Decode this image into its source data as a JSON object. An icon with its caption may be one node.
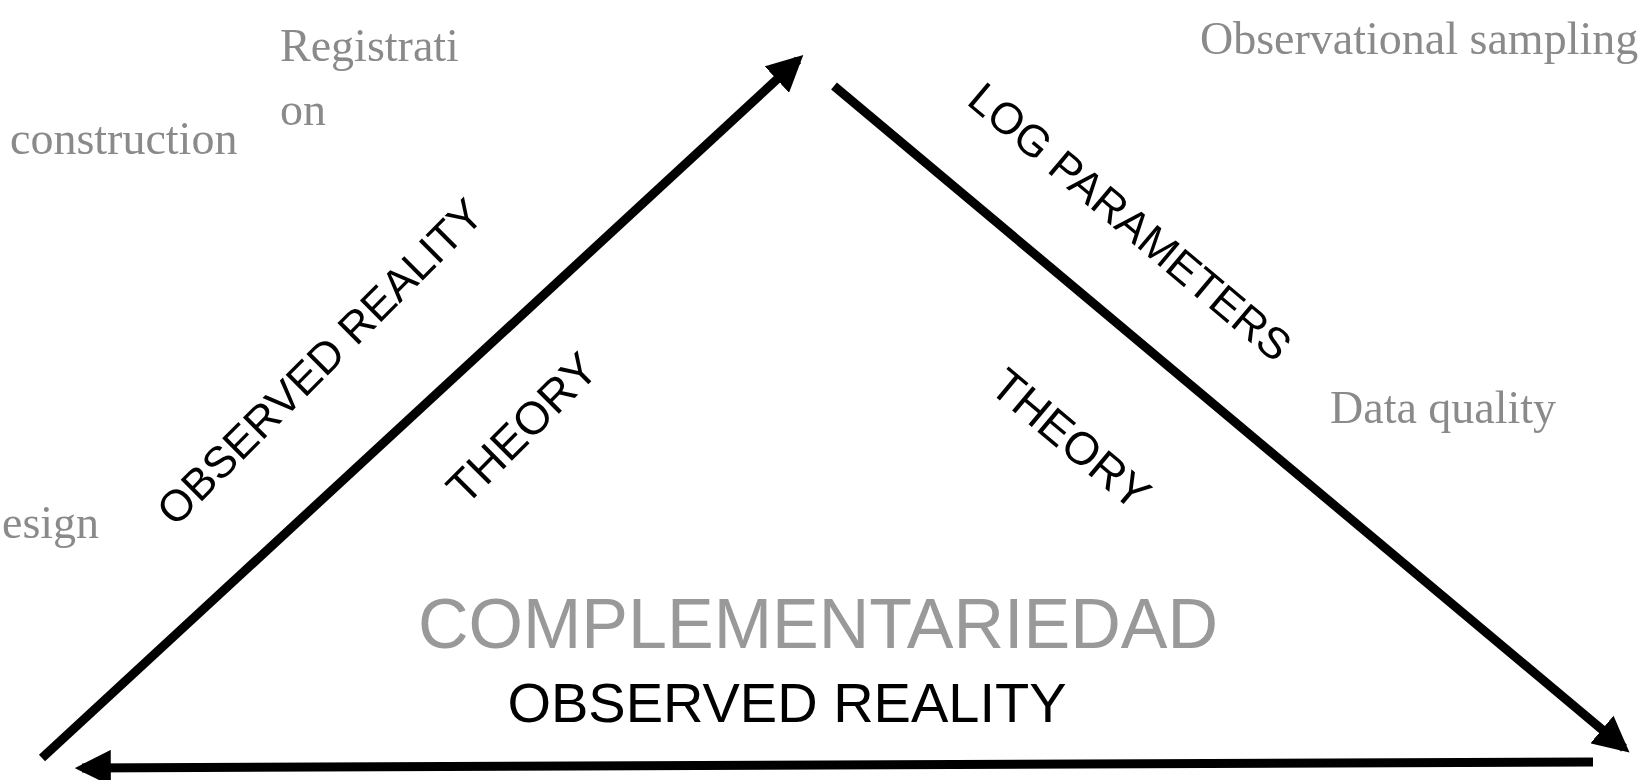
{
  "diagram": {
    "labels": [
      "OBSERVED REALITY",
      "LOG PARAMETERS",
      "Registrati on",
      "Observational sampling",
      "construction",
      "THEORY",
      "THEORY",
      "Data quality",
      "esign",
      "COMPLEMENTARIEDAD",
      "OBSERVED REALITY"
    ]
  }
}
